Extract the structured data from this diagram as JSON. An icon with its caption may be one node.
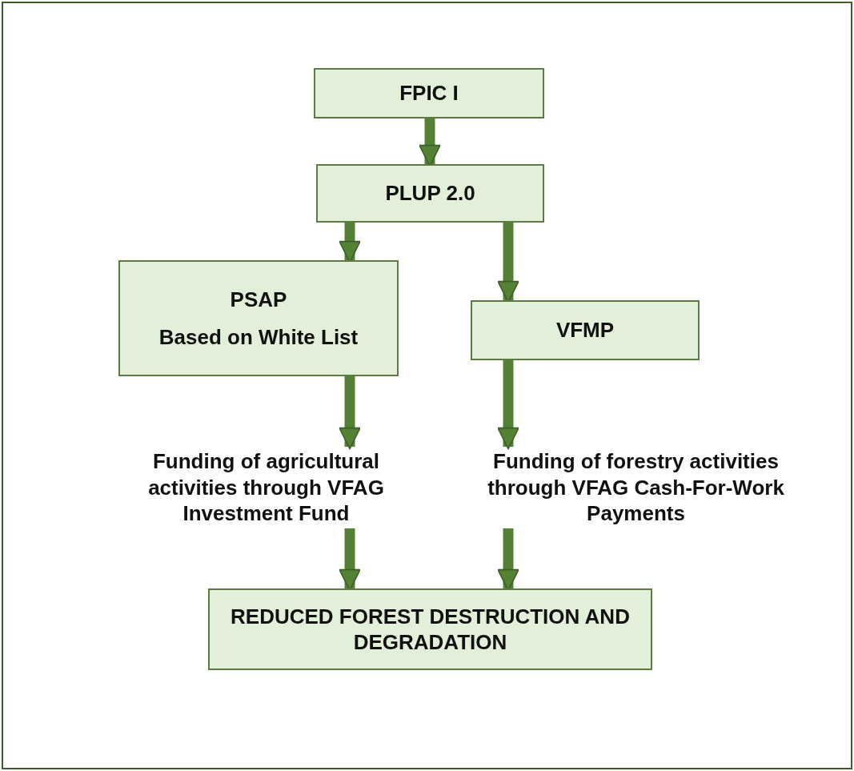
{
  "diagram": {
    "nodes": [
      {
        "text": [
          "FPIC I"
        ]
      },
      {
        "text": [
          "PLUP 2.0"
        ]
      },
      {
        "text": [
          "PSAP",
          "Based on White List"
        ]
      },
      {
        "text": [
          "VFMP"
        ]
      },
      {
        "text": [
          "Funding of agricultural activities through VFAG Investment Fund"
        ]
      },
      {
        "text": [
          "Funding of forestry activities through VFAG Cash-For-Work Payments"
        ]
      },
      {
        "text": [
          "REDUCED FOREST DESTRUCTION AND DEGRADATION"
        ]
      }
    ],
    "edges": [
      {
        "from": 0,
        "to": 1,
        "arrow": "to"
      },
      {
        "from": 1,
        "to": 2,
        "arrow": "to"
      },
      {
        "from": 1,
        "to": 3,
        "arrow": "to"
      },
      {
        "from": 2,
        "to": 4,
        "arrow": "to"
      },
      {
        "from": 3,
        "to": 5,
        "arrow": "to"
      },
      {
        "from": 4,
        "to": 6,
        "arrow": "to"
      },
      {
        "from": 5,
        "to": 6,
        "arrow": "to"
      }
    ]
  }
}
